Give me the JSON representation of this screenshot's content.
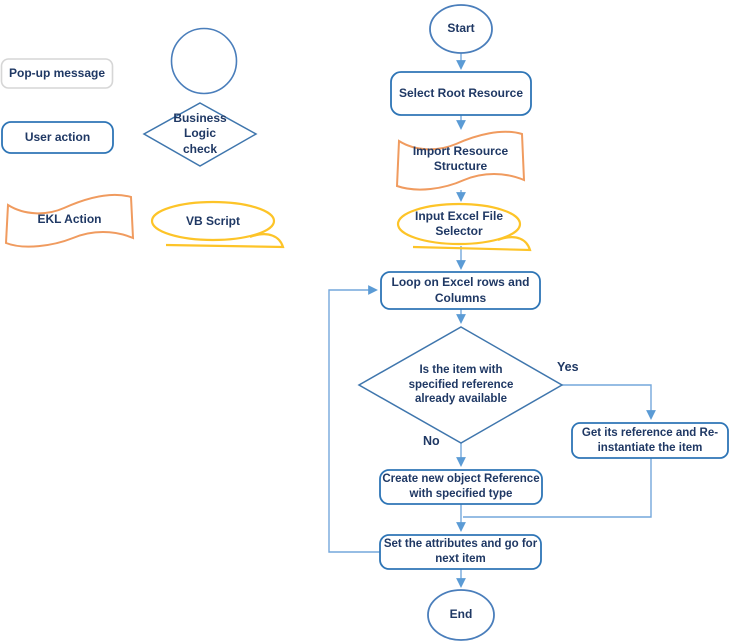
{
  "legend": {
    "popup": {
      "label": "Pop-up message"
    },
    "user_action": {
      "label": "User action"
    },
    "ekl_action": {
      "label": "EKL Action"
    },
    "business_logic": {
      "label": "Business Logic check"
    },
    "vb_script": {
      "label": "VB Script"
    }
  },
  "flow": {
    "start": "Start",
    "select_root": "Select Root Resource",
    "import_structure": "Import Resource Structure",
    "excel_selector": "Input Excel File Selector",
    "loop": "Loop on Excel rows and Columns",
    "decision": "Is the item with specified reference already available",
    "yes": "Yes",
    "no": "No",
    "get_reference": "Get its reference and Re-instantiate the item",
    "create_object": "Create new object Reference with specified type",
    "set_attributes": "Set the attributes and go for next item",
    "end": "End"
  },
  "colors": {
    "shape_stroke_blue": "#2e75b6",
    "circle_stroke_blue": "#4a7ebb",
    "diamond_stroke_blue": "#3f76ad",
    "connector_blue": "#74a7dc",
    "arrowhead_blue": "#5b9bd5",
    "wave_orange": "#f09b5f",
    "script_yellow": "#fdc428",
    "popup_gray": "#d6d6d6",
    "text_navy": "#1f3864"
  }
}
